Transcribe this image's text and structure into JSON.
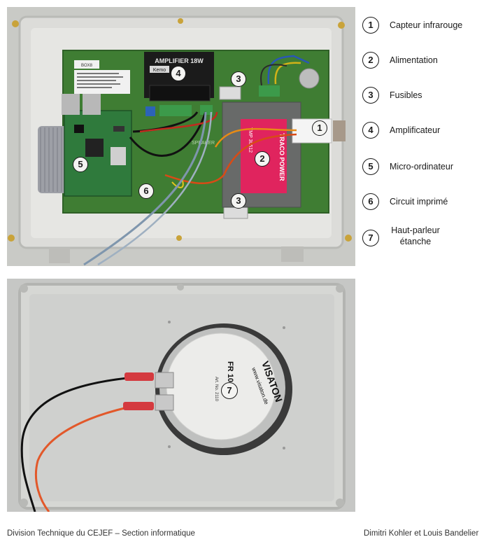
{
  "photo_top": {
    "board_labels": {
      "amplifier": "AMPLIFIER 18W",
      "amplifier_brand": "Kemo",
      "power_brand": "TRACO POWER",
      "power_model": "TMP 30512",
      "box_label": "BOX8",
      "speaker_silk": "SPEAKER"
    },
    "markers": [
      "1",
      "2",
      "3",
      "3",
      "4",
      "5",
      "6"
    ]
  },
  "photo_bottom": {
    "speaker_brand": "VISATON",
    "speaker_url": "www.visaton.de",
    "speaker_model": "FR 10 WP",
    "speaker_art": "Art. No. 2110",
    "marker": "7"
  },
  "legend": [
    {
      "num": "1",
      "label": "Capteur infrarouge"
    },
    {
      "num": "2",
      "label": "Alimentation"
    },
    {
      "num": "3",
      "label": "Fusibles"
    },
    {
      "num": "4",
      "label": "Amplificateur"
    },
    {
      "num": "5",
      "label": "Micro-ordinateur"
    },
    {
      "num": "6",
      "label": "Circuit imprimé"
    },
    {
      "num": "7",
      "label_line1": "Haut-parleur",
      "label_line2": "étanche"
    }
  ],
  "footer": {
    "left": "Division Technique du CEJEF – Section informatique",
    "right": "Dimitri Kohler et Louis Bandelier"
  },
  "colors": {
    "pcb": "#3f7d33",
    "enclosure": "#d8d9d6",
    "power_module": "#e0245e"
  }
}
